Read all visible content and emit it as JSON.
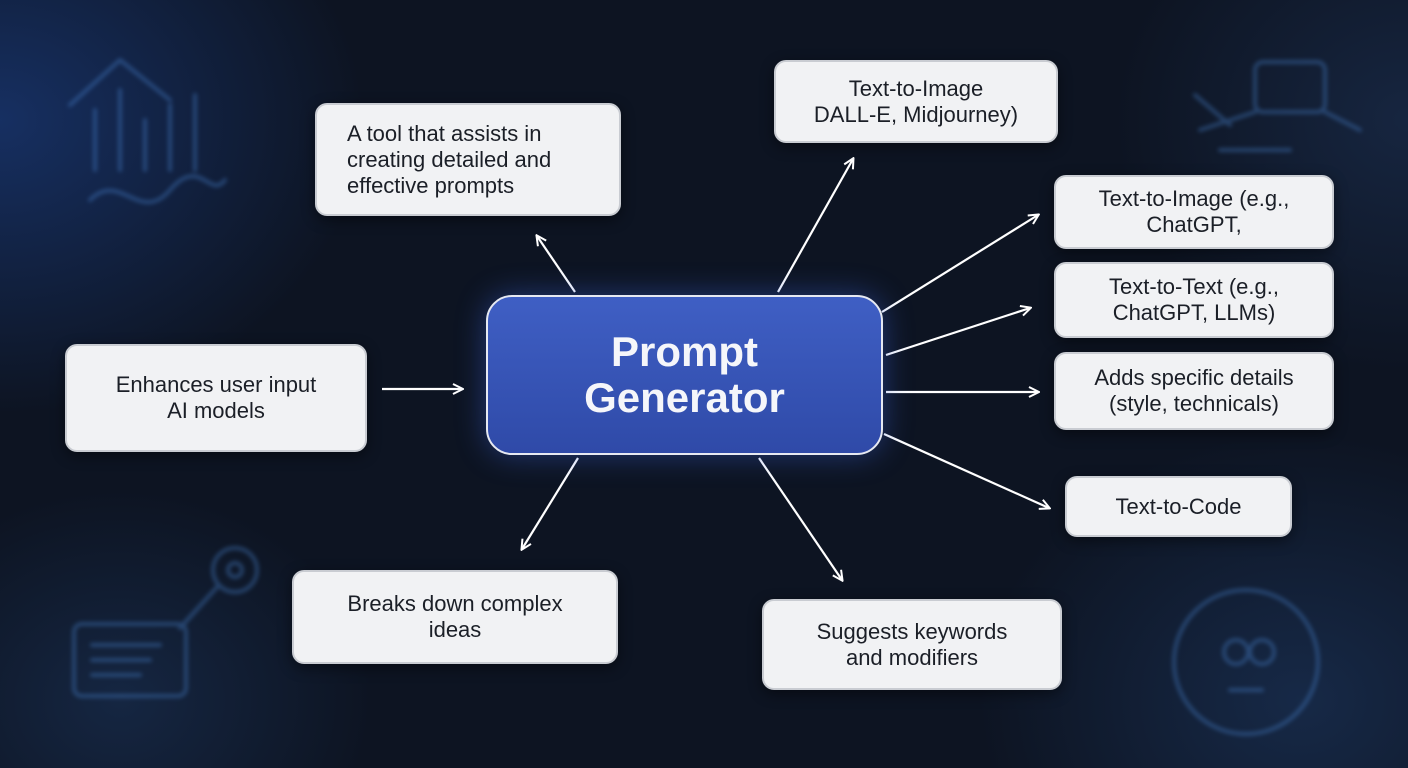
{
  "diagram": {
    "center": {
      "label": "Prompt\nGenerator"
    },
    "nodes": [
      {
        "id": "definition",
        "label": "A tool that assists in\ncreating detailed and\n effective prompts"
      },
      {
        "id": "enhance",
        "label": "Enhances user input\nAI models"
      },
      {
        "id": "breakdown",
        "label": "Breaks down complex\nideas"
      },
      {
        "id": "keywords",
        "label": "Suggests keywords\nand modifiers"
      },
      {
        "id": "text-to-image-dalle",
        "label": "Text-to-Image\nDALL-E, Midjourney)"
      },
      {
        "id": "text-to-image-chatgpt",
        "label": "Text-to-Image (e.g.,\nChatGPT,"
      },
      {
        "id": "text-to-text",
        "label": "Text-to-Text (e.g.,\nChatGPT, LLMs)"
      },
      {
        "id": "details",
        "label": "Adds specific details\n(style, technicals)"
      },
      {
        "id": "text-to-code",
        "label": "Text-to-Code"
      }
    ],
    "colors": {
      "background": "#0d1422",
      "center_fill": "#3651b4",
      "node_fill": "#f1f2f4",
      "arrow": "#ffffff"
    }
  }
}
